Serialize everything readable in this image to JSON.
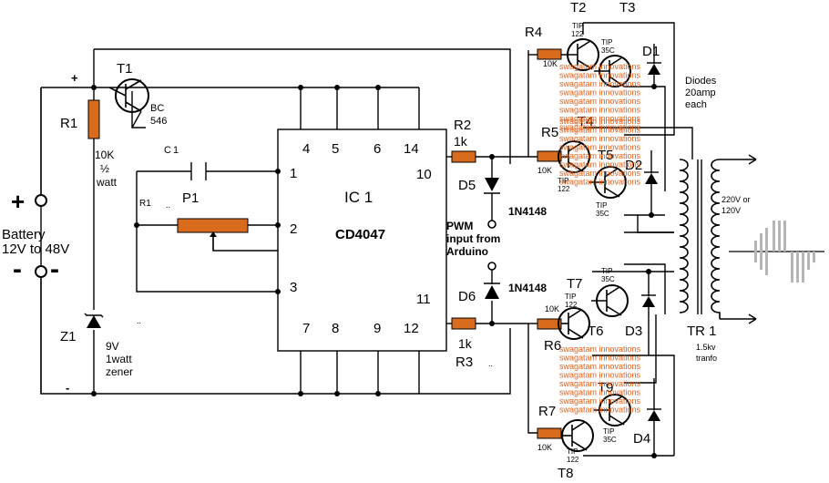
{
  "battery": {
    "plus": "+",
    "minus": "-",
    "plus_small": "+",
    "minus_small": "-",
    "label1": "Battery",
    "label2": "12V to 48V"
  },
  "r1": {
    "name": "R1",
    "v1": "10K",
    "v2": "½",
    "v3": "watt"
  },
  "t1": {
    "name": "T1",
    "v1": "BC",
    "v2": "546"
  },
  "z1": {
    "name": "Z1",
    "v1": "9V",
    "v2": "1watt",
    "v3": "zener"
  },
  "c1": {
    "name": "C1"
  },
  "p1": {
    "name": "P1",
    "r1_label": "R1"
  },
  "ic": {
    "name": "IC 1",
    "part": "CD4047",
    "pins_top": [
      "4",
      "5",
      "6",
      "14"
    ],
    "pins_bottom": [
      "7",
      "8",
      "9",
      "12"
    ],
    "pins_left": [
      "1",
      "2",
      "3"
    ],
    "pins_right": [
      "10",
      "11"
    ]
  },
  "r2": {
    "name": "R2",
    "value": "1k"
  },
  "r3": {
    "name": "R3",
    "value": "1k"
  },
  "d5": {
    "name": "D5",
    "part": "1N4148"
  },
  "d6": {
    "name": "D6",
    "part": "1N4148"
  },
  "pwm": {
    "line1": "PWM",
    "line2": "input from",
    "line3": "Arduino"
  },
  "drivers": {
    "r4": "R4",
    "r5": "R5",
    "r6": "R6",
    "r7": "R7",
    "res_value": "10K",
    "t2": "T2",
    "t3": "T3",
    "t4": "T4",
    "t5": "T5",
    "t6": "T6",
    "t7": "T7",
    "t8": "T8",
    "t9": "T9",
    "tip122": "TIP",
    "tip122b": "122",
    "tip35": "TIP",
    "tip35b": "35C",
    "d1": "D1",
    "d2": "D2",
    "d3": "D3",
    "d4": "D4"
  },
  "diodes_note": {
    "l1": "Diodes",
    "l2": "20amp",
    "l3": "each"
  },
  "transformer": {
    "name": "TR 1",
    "l1": "1.5kv",
    "l2": "tranfo",
    "out1": "220V or",
    "out2": "120V"
  },
  "watermark": "swagatam innovations",
  "misc": {
    "dots1": "..",
    "dots2": "..",
    "dots3": ".."
  }
}
